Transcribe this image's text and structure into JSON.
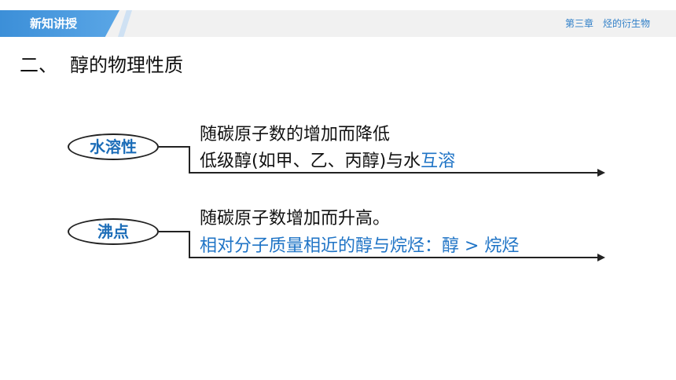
{
  "header": {
    "tab_label": "新知讲授",
    "chapter": "第三章",
    "chapter_title": "烃的衍生物"
  },
  "section": {
    "number": "二、",
    "title": "醇的物理性质"
  },
  "items": [
    {
      "label": "水溶性",
      "line1": "随碳原子数的增加而降低",
      "line2_prefix": "低级醇(如甲、乙、丙醇)与水",
      "line2_highlight": "互溶"
    },
    {
      "label": "沸点",
      "line1": "随碳原子数增加而升高。",
      "line2": "相对分子质量相近的醇与烷烃：醇 > 烷烃"
    }
  ],
  "colors": {
    "accent": "#1f74c6",
    "header_tab": "#3c8fd8",
    "header_bg": "#f1f1f1"
  }
}
